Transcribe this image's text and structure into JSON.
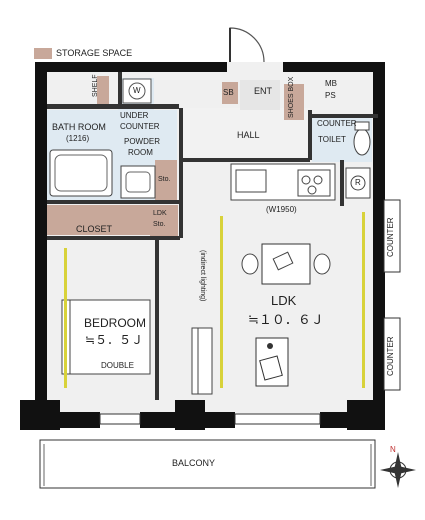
{
  "legend": {
    "label": "STORAGE SPACE",
    "color": "#c8a89a"
  },
  "rooms": {
    "shelf": "SHELF",
    "washer": "W",
    "sb": "SB",
    "ent": "ENT",
    "shoes_box": "SHOES BOX",
    "mb_ps": "MB\nPS",
    "bath_room": "BATH ROOM",
    "bath_size": "(1216)",
    "under_counter_1": "UNDER",
    "under_counter_2": "COUNTER",
    "powder_room_1": "POWDER",
    "powder_room_2": "ROOM",
    "hall": "HALL",
    "counter_top": "COUNTER",
    "toilet": "TOILET",
    "sto": "Sto.",
    "refrigerator": "R",
    "kitchen_width": "(W1950)",
    "closet": "CLOSET",
    "ldk_sto_1": "LDK",
    "ldk_sto_2": "Sto.",
    "counter_right_1": "COUNTER",
    "counter_right_2": "COUNTER",
    "indirect_lighting": "(indirect lighting)",
    "bedroom": "BEDROOM",
    "bedroom_area": "≒５．５Ｊ",
    "bed": "DOUBLE",
    "ldk": "LDK",
    "ldk_area": "≒１０．６Ｊ",
    "balcony": "BALCONY",
    "compass": "N"
  },
  "colors": {
    "wall": "#111111",
    "storage": "#c8a89a",
    "wet_area": "#dfeaf2",
    "floor": "#f0f0f0",
    "sliding_door": "#d8d23a"
  }
}
